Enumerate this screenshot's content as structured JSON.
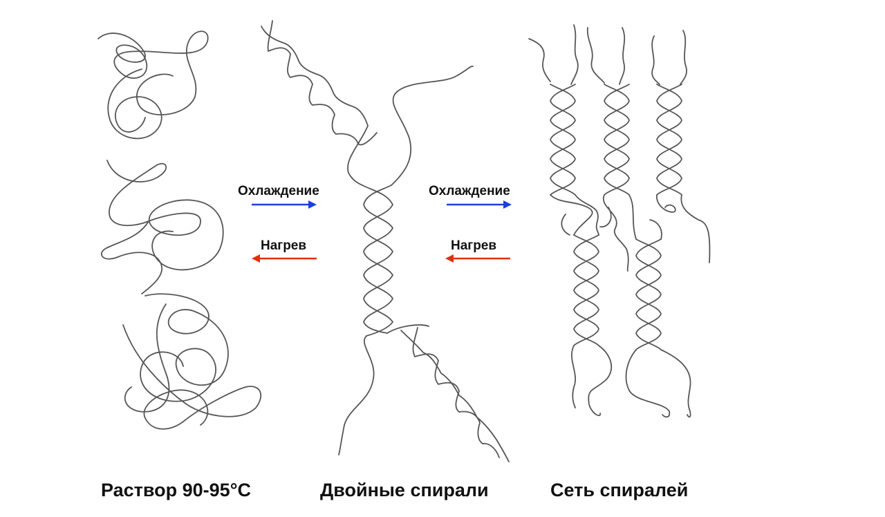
{
  "arrows": [
    {
      "label": "Охлаждение",
      "direction": "right",
      "color": "#1a3fe0"
    },
    {
      "label": "Нагрев",
      "direction": "left",
      "color": "#e03010"
    },
    {
      "label": "Охлаждение",
      "direction": "right",
      "color": "#1a3fe0"
    },
    {
      "label": "Нагрев",
      "direction": "left",
      "color": "#e03010"
    }
  ],
  "captions": {
    "solution": "Раствор 90-95°C",
    "double_helices": "Двойные спирали",
    "helix_network": "Сеть спиралей"
  },
  "colors": {
    "strand": "#555555",
    "text": "#111111"
  }
}
